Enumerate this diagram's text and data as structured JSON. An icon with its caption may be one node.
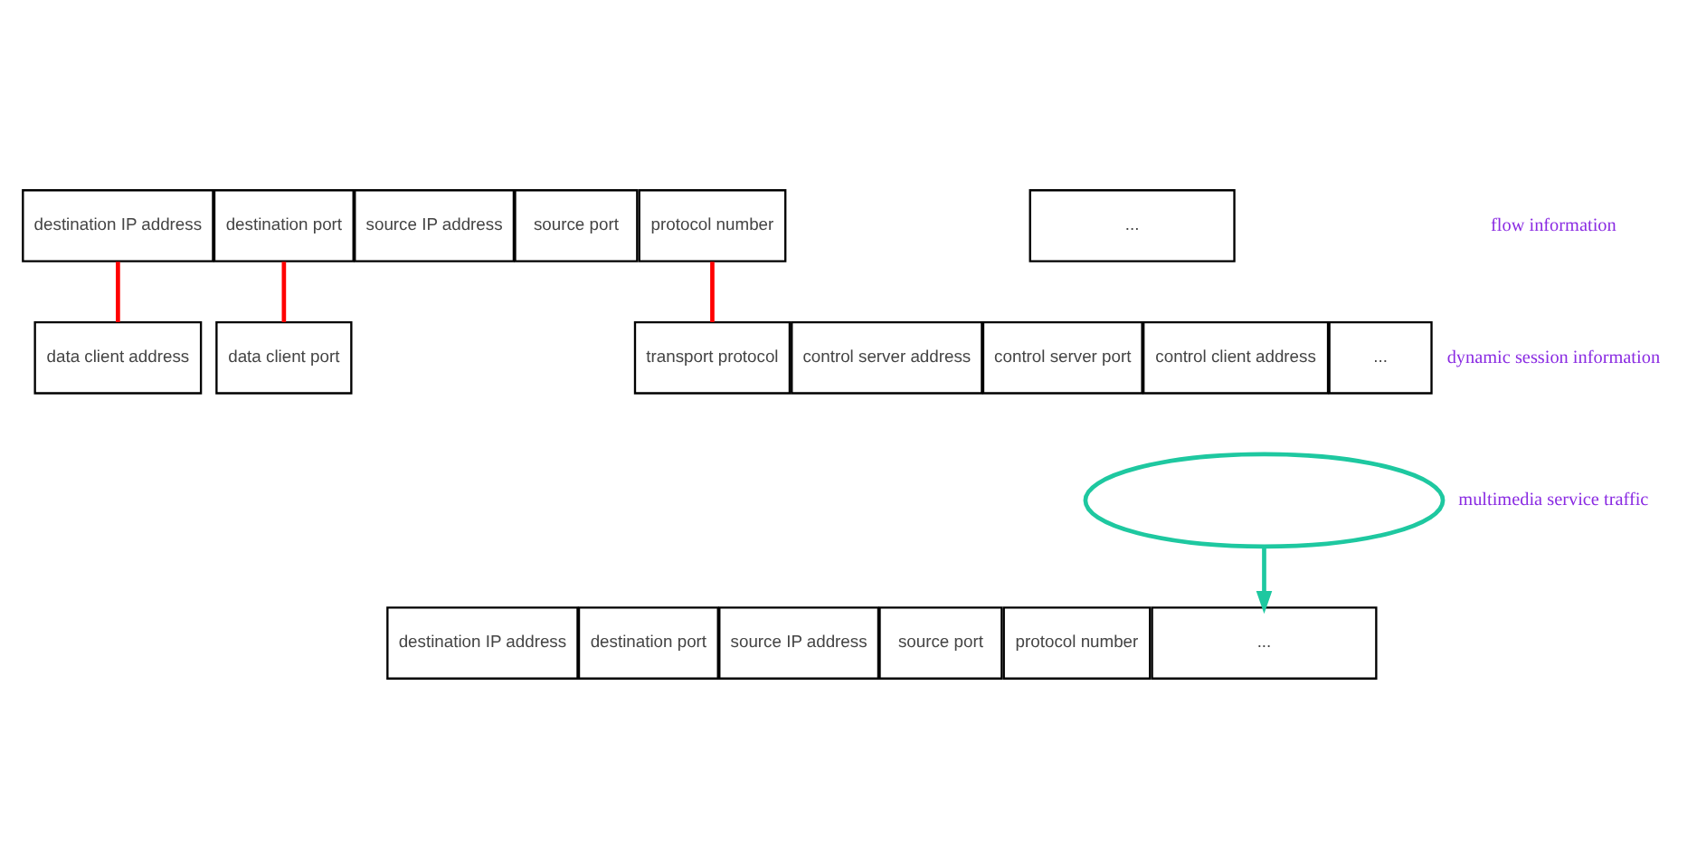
{
  "diagram": {
    "nodes": [
      {
        "text": [
          "destination IP address"
        ]
      },
      {
        "text": [
          "destination port"
        ]
      },
      {
        "text": [
          "source IP address"
        ]
      },
      {
        "text": [
          "source port"
        ]
      },
      {
        "text": [
          "protocol number"
        ]
      },
      {
        "text": [
          "..."
        ]
      },
      {
        "text": [
          "data client address"
        ]
      },
      {
        "text": [
          "data client port"
        ]
      },
      {
        "text": [
          "control server address"
        ]
      },
      {
        "text": [
          "control server port"
        ]
      },
      {
        "text": [
          "control client address"
        ]
      },
      {
        "text": [
          "transport protocol"
        ]
      },
      {
        "text": [
          "..."
        ]
      },
      {
        "text": [
          "destination IP address"
        ]
      },
      {
        "text": [
          "destination port"
        ]
      },
      {
        "text": [
          "source IP address"
        ]
      },
      {
        "text": [
          "source port"
        ]
      },
      {
        "text": [
          "protocol number"
        ]
      },
      {
        "text": [
          "..."
        ]
      },
      {
        "text": [],
        "shape": "ellipse"
      }
    ],
    "edges": [
      {
        "from": 0,
        "to": 6,
        "arrow": "none",
        "color": "#ff0000"
      },
      {
        "from": 1,
        "to": 7,
        "arrow": "none",
        "color": "#ff0000"
      },
      {
        "from": 4,
        "to": 11,
        "arrow": "none",
        "color": "#ff0000"
      },
      {
        "from": 19,
        "to": 18,
        "arrow": "to",
        "color": "#1ec8a0"
      }
    ],
    "labels": [
      "flow information",
      "dynamic session information",
      "multimedia service traffic"
    ]
  }
}
